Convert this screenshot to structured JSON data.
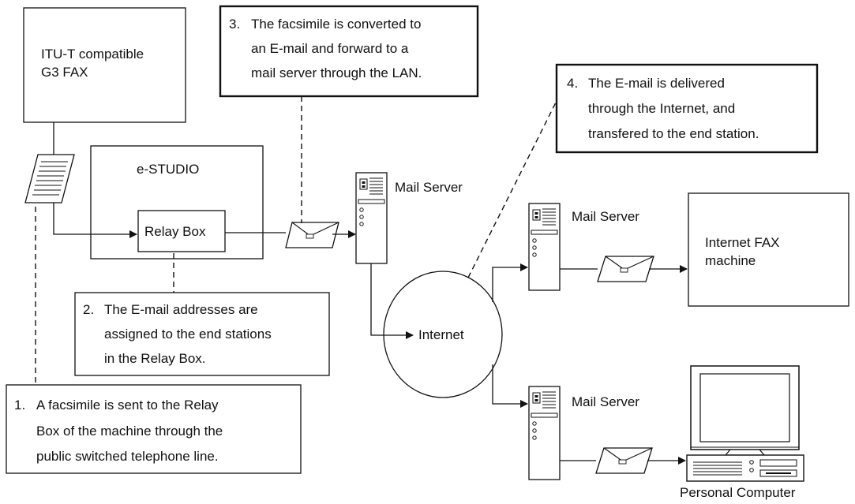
{
  "devices": {
    "g3fax": {
      "line1": "ITU-T compatible",
      "line2": "G3 FAX"
    },
    "estudio": "e-STUDIO",
    "relay_box": "Relay Box",
    "mail_server_1": "Mail Server",
    "mail_server_2": "Mail Server",
    "mail_server_3": "Mail Server",
    "internet": "Internet",
    "internet_fax": {
      "line1": "Internet FAX",
      "line2": "machine"
    },
    "personal_computer": "Personal Computer"
  },
  "notes": {
    "step1": {
      "number": "1.",
      "lines": [
        "A facsimile is sent to the Relay",
        "Box of the machine through the",
        "public switched telephone line."
      ]
    },
    "step2": {
      "number": "2.",
      "lines": [
        "The E-mail addresses are",
        "assigned to the end stations",
        "in the Relay Box."
      ]
    },
    "step3": {
      "number": "3.",
      "lines": [
        "The facsimile is converted to",
        "an E-mail and forward to a",
        "mail server through the LAN."
      ]
    },
    "step4": {
      "number": "4.",
      "lines": [
        "The E-mail is delivered",
        "through the Internet, and",
        "transfered to the end station."
      ]
    }
  }
}
